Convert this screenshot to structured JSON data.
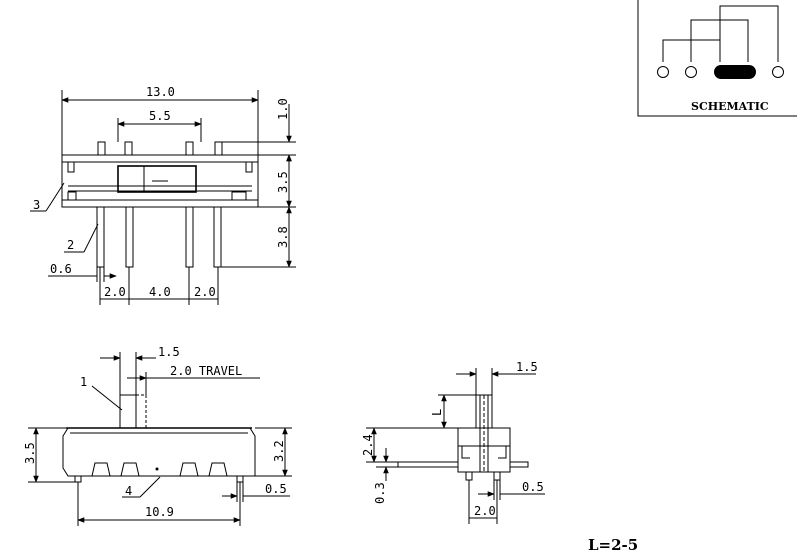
{
  "schematic": {
    "title": "SCHEMATIC"
  },
  "note": "L=2-5",
  "top_view": {
    "overall_width": "13.0",
    "pin_span": "5.5",
    "pin_height": "1.0",
    "body_height": "3.5",
    "lead_length": "3.8",
    "lead_width": "0.6",
    "pitch_left": "2.0",
    "pitch_center": "4.0",
    "pitch_right": "2.0",
    "callout_3": "3",
    "callout_2": "2"
  },
  "front_view": {
    "actuator_width": "1.5",
    "travel": "2.0 TRAVEL",
    "body_height": "3.5",
    "total_height": "3.2",
    "body_length": "10.9",
    "foot_width": "0.5",
    "callout_1": "1",
    "callout_4": "4"
  },
  "side_view": {
    "actuator_width": "1.5",
    "actuator_height": "L",
    "lead_offset": "2.4",
    "lead_thickness": "0.3",
    "foot_width": "0.5",
    "pin_pitch": "2.0"
  }
}
